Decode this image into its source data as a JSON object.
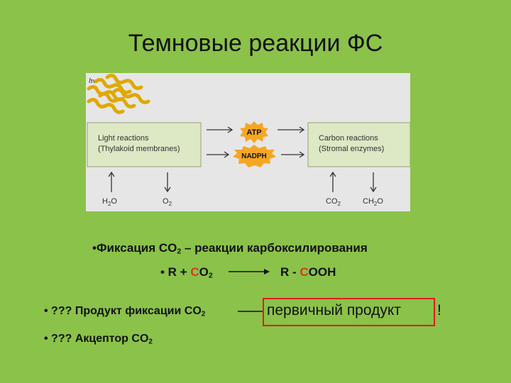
{
  "title": "Темновые реакции ФС",
  "figure": {
    "hv_label": "hν",
    "light_box": {
      "line1": "Light reactions",
      "line2": "(Thylakoid membranes)"
    },
    "carbon_box": {
      "line1": "Carbon reactions",
      "line2": "(Stromal enzymes)"
    },
    "atp_label": "ATP",
    "nadph_label": "NADPH",
    "bottom_labels": {
      "h2o": "H",
      "h2o_sub": "2",
      "h2o_tail": "O",
      "o2": "O",
      "o2_sub": "2",
      "co2": "CO",
      "co2_sub": "2",
      "ch2o": "CH",
      "ch2o_sub": "2",
      "ch2o_tail": "O"
    }
  },
  "lines": {
    "fixation": {
      "prefix": "•Фиксация CO",
      "sub": "2",
      "suffix": " – реакции карбоксилирования"
    },
    "reaction": {
      "left_prefix": "• R + ",
      "left_c": "C",
      "left_o": "O",
      "left_sub": "2",
      "right_prefix": "R - ",
      "right_c": "C",
      "right_tail": "OOH"
    },
    "product_q": {
      "text": "• ??? Продукт фиксации CO",
      "sub": "2"
    },
    "primary": {
      "text": "первичный продукт",
      "excl": "!"
    },
    "acceptor_q": {
      "text": "• ??? Акцептор CO",
      "sub": "2"
    }
  },
  "colors": {
    "background": "#8bc24a",
    "figure_bg": "#e6e6e6",
    "box_fill": "#dde8c4",
    "badge": "#f5a623",
    "wave": "#e0a800",
    "highlight_border": "#e21c1c",
    "highlight_text": "#d63a1a"
  }
}
